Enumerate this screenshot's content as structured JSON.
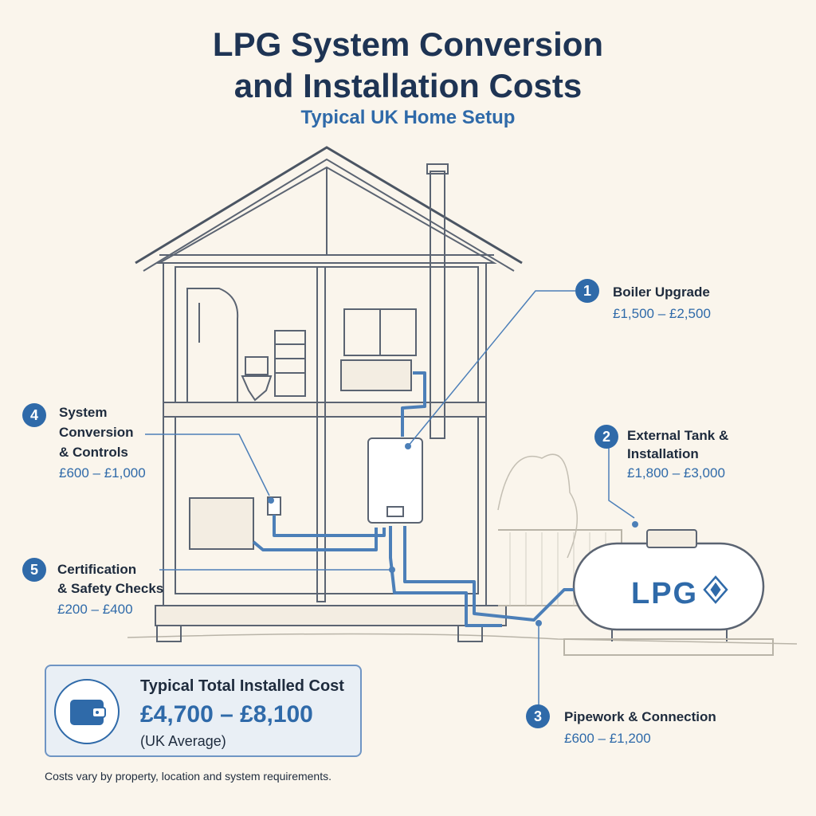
{
  "title_line1": "LPG System Conversion",
  "title_line2": "and Installation Costs",
  "subtitle": "Typical UK Home Setup",
  "colors": {
    "accent": "#2f6aa9",
    "title": "#1e3454",
    "background": "#faf5ec"
  },
  "callouts": [
    {
      "number": "1",
      "label": "Boiler Upgrade",
      "cost": "£1,500 – £2,500"
    },
    {
      "number": "2",
      "label_line1": "External Tank &",
      "label_line2": "Installation",
      "cost": "£1,800 – £3,000"
    },
    {
      "number": "3",
      "label": "Pipework & Connection",
      "cost": "£600 – £1,200"
    },
    {
      "number": "4",
      "label_line1": "System",
      "label_line2": "Conversion",
      "label_line3": "& Controls",
      "cost": "£600 – £1,000"
    },
    {
      "number": "5",
      "label_line1": "Certification",
      "label_line2": "& Safety Checks",
      "cost": "£200 – £400"
    }
  ],
  "tank_label": "LPG",
  "total": {
    "label": "Typical Total Installed Cost",
    "value": "£4,700 – £8,100",
    "note": "(UK Average)",
    "icon": "wallet-icon"
  },
  "footnote": "Costs vary by property, location and system requirements."
}
